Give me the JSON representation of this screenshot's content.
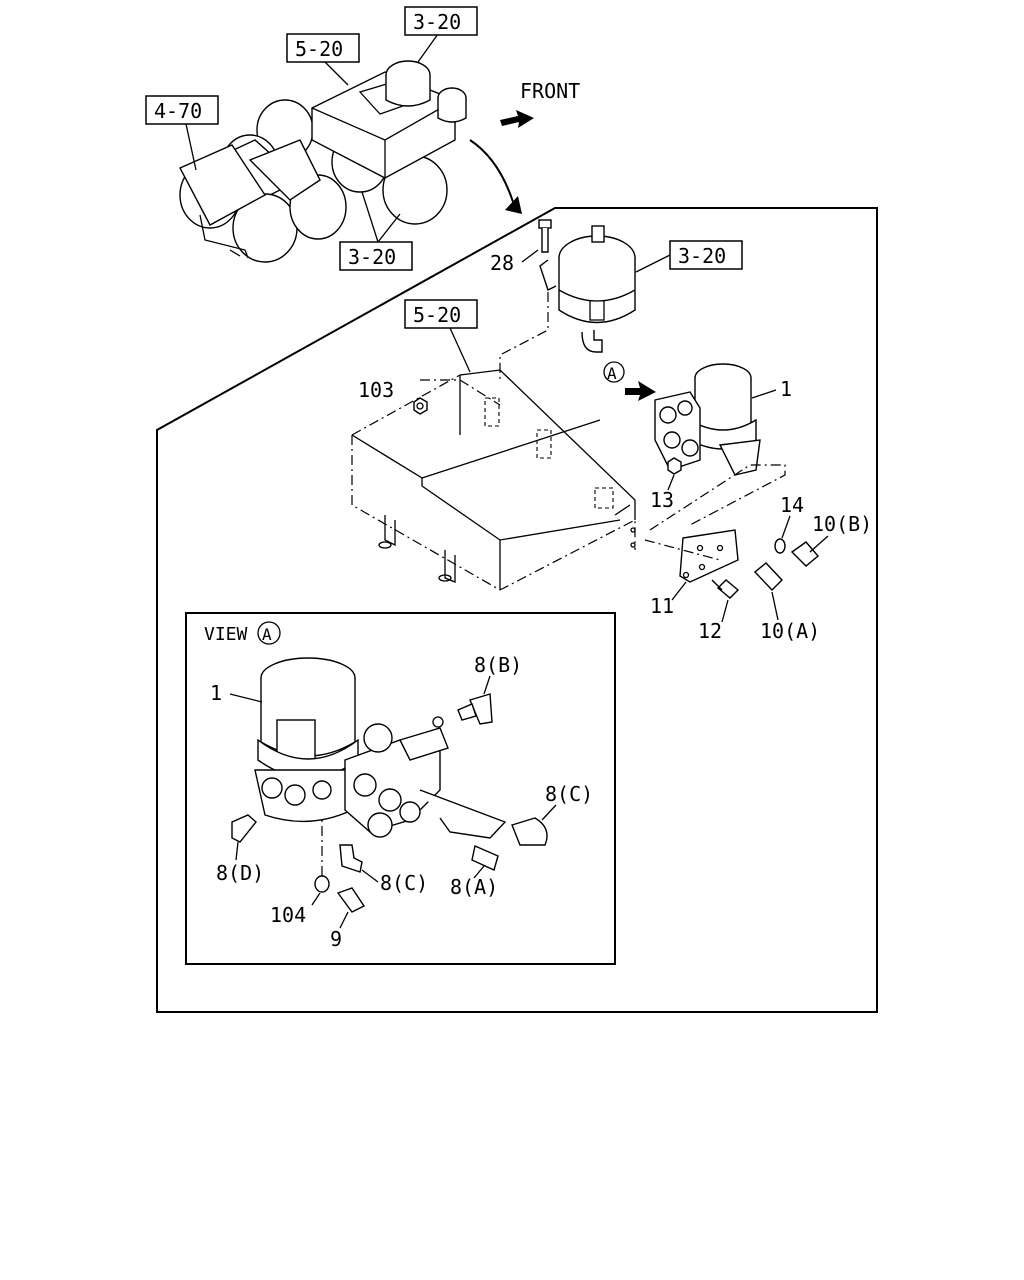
{
  "refs": {
    "r320_top": "3-20",
    "r520_top": "5-20",
    "r470": "4-70",
    "r320_tanks": "3-20",
    "r320_dryer": "3-20",
    "r520_tray": "5-20"
  },
  "front_label": "FRONT",
  "view_marker": "A",
  "view_label": "VIEW",
  "view_label_marker": "A",
  "parts": {
    "p28": "28",
    "p103": "103",
    "p1": "1",
    "p13": "13",
    "p14": "14",
    "p10b": "10(B)",
    "p11": "11",
    "p12": "12",
    "p10a": "10(A)",
    "v1": "1",
    "v8b": "8(B)",
    "v8c_right": "8(C)",
    "v8d": "8(D)",
    "v8c_mid": "8(C)",
    "v8a": "8(A)",
    "v104": "104",
    "v9": "9"
  }
}
